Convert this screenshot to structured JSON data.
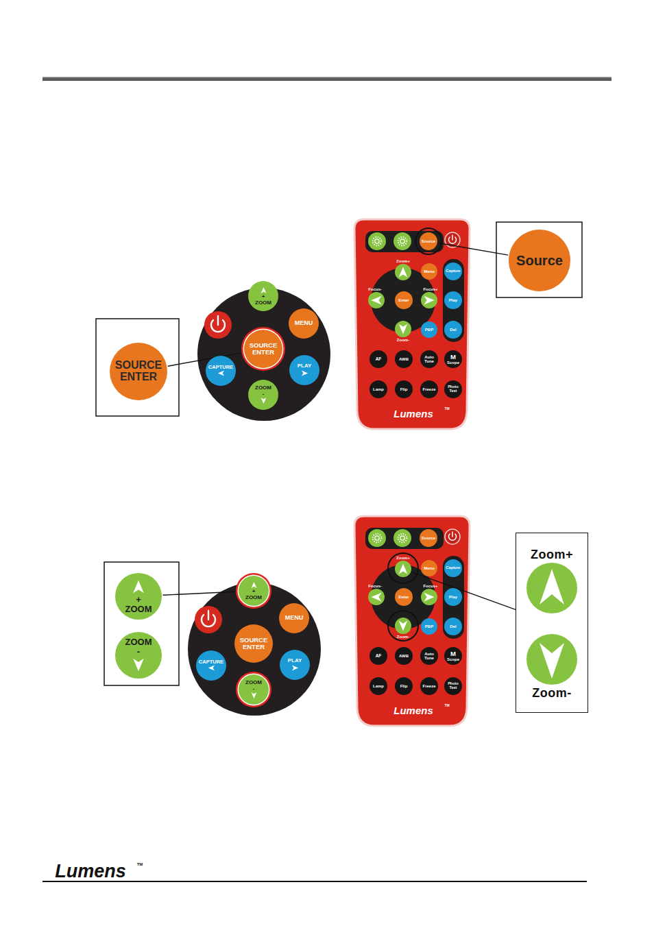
{
  "diagram": {
    "nodes": [
      {
        "text": [
          "+",
          "ZOOM"
        ]
      },
      {
        "text": [
          "MENU"
        ]
      },
      {
        "text": [
          "SOURCE ENTER"
        ]
      },
      {
        "text": [
          "CAPTURE"
        ]
      },
      {
        "text": [
          "PLAY"
        ]
      },
      {
        "text": [
          "ZOOM",
          "-"
        ]
      },
      {
        "text": [
          "SOURCE ENTER"
        ]
      },
      {
        "text": [
          "Source"
        ]
      },
      {
        "text": [
          "Zoom+"
        ]
      },
      {
        "text": [
          "Menu"
        ]
      },
      {
        "text": [
          "Capture"
        ]
      },
      {
        "text": [
          "Focus-"
        ]
      },
      {
        "text": [
          "Enter"
        ]
      },
      {
        "text": [
          "Focus+"
        ]
      },
      {
        "text": [
          "Play"
        ]
      },
      {
        "text": [
          "Zoom-"
        ]
      },
      {
        "text": [
          "PBP"
        ]
      },
      {
        "text": [
          "Del"
        ]
      },
      {
        "text": [
          "AF"
        ]
      },
      {
        "text": [
          "AWB"
        ]
      },
      {
        "text": [
          "Auto Tune"
        ]
      },
      {
        "text": [
          "M",
          "Scope"
        ]
      },
      {
        "text": [
          "Lamp"
        ]
      },
      {
        "text": [
          "Flip"
        ]
      },
      {
        "text": [
          "Freeze"
        ]
      },
      {
        "text": [
          "Photo Text"
        ]
      },
      {
        "text": [
          "Source"
        ]
      },
      {
        "text": [
          "+",
          "ZOOM"
        ]
      },
      {
        "text": [
          "MENU"
        ]
      },
      {
        "text": [
          "SOURCE ENTER"
        ]
      },
      {
        "text": [
          "CAPTURE"
        ]
      },
      {
        "text": [
          "PLAY"
        ]
      },
      {
        "text": [
          "ZOOM",
          "-"
        ]
      },
      {
        "text": [
          "+",
          "ZOOM"
        ]
      },
      {
        "text": [
          "ZOOM",
          "-"
        ]
      },
      {
        "text": [
          "Source"
        ]
      },
      {
        "text": [
          "Zoom+"
        ]
      },
      {
        "text": [
          "Menu"
        ]
      },
      {
        "text": [
          "Capture"
        ]
      },
      {
        "text": [
          "Focus-"
        ]
      },
      {
        "text": [
          "Enter"
        ]
      },
      {
        "text": [
          "Focus+"
        ]
      },
      {
        "text": [
          "Play"
        ]
      },
      {
        "text": [
          "Zoom-"
        ]
      },
      {
        "text": [
          "PBP"
        ]
      },
      {
        "text": [
          "Del"
        ]
      },
      {
        "text": [
          "AF"
        ]
      },
      {
        "text": [
          "AWB"
        ]
      },
      {
        "text": [
          "Auto Tune"
        ]
      },
      {
        "text": [
          "M",
          "Scope"
        ]
      },
      {
        "text": [
          "Lamp"
        ]
      },
      {
        "text": [
          "Flip"
        ]
      },
      {
        "text": [
          "Freeze"
        ]
      },
      {
        "text": [
          "Photo Text"
        ]
      },
      {
        "text": [
          "Zoom+",
          "Zoom-"
        ]
      }
    ],
    "edges": [
      {
        "from": 6,
        "to": 2,
        "arrow": "none"
      },
      {
        "from": 26,
        "to": 7,
        "arrow": "none"
      },
      {
        "from": 33,
        "to": 27,
        "arrow": "none"
      },
      {
        "from": 54,
        "to": 36,
        "arrow": "none"
      }
    ],
    "labels": [
      "Lumens",
      "TM",
      "Lumens",
      "TM",
      "Lumens",
      "TM"
    ]
  }
}
